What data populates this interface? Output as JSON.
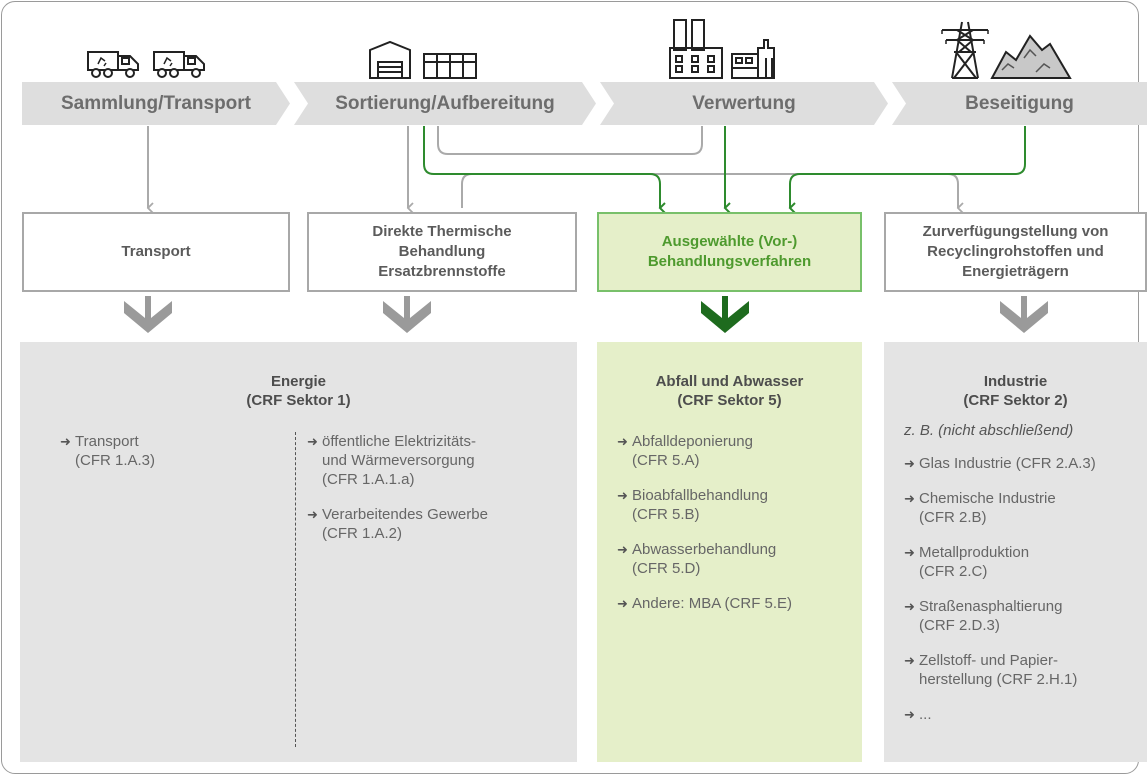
{
  "colors": {
    "gray_stage": "#dedede",
    "gray_line": "#aaaaaa",
    "green_line": "#2e8b2e",
    "green_fill": "#e5efc9",
    "green_border": "#78c06a",
    "panel_gray": "#e4e4e4"
  },
  "stages": [
    {
      "label": "Sammlung/Transport",
      "icons": [
        "garbage-truck-icon",
        "garbage-truck-icon"
      ]
    },
    {
      "label": "Sortierung/Aufbereitung",
      "icons": [
        "warehouse-icon",
        "container-icon"
      ]
    },
    {
      "label": "Verwertung",
      "icons": [
        "power-plant-icon",
        "factory-icon"
      ]
    },
    {
      "label": "Beseitigung",
      "icons": [
        "power-pylon-icon",
        "landfill-heap-icon"
      ]
    }
  ],
  "boxes": [
    {
      "label": "Transport"
    },
    {
      "label": "Direkte Thermische Behandlung Ersatzbrennstoffe"
    },
    {
      "label": "Ausgewählte (Vor-) Behandlungsverfahren"
    },
    {
      "label": "Zurverfügungstellung von Recyclingrohstoffen und Energieträgern"
    }
  ],
  "sectors": {
    "energie": {
      "title": "Energie",
      "subtitle": "(CRF Sektor 1)",
      "left_items": [
        {
          "label": "Transport",
          "code": "(CFR 1.A.3)"
        }
      ],
      "right_items": [
        {
          "label": "öffentliche Elektrizitäts- und Wärmeversorgung",
          "code": "(CFR 1.A.1.a)"
        },
        {
          "label": "Verarbeitendes Gewerbe",
          "code": "(CFR 1.A.2)"
        }
      ]
    },
    "abfall": {
      "title": "Abfall und Abwasser",
      "subtitle": "(CRF Sektor 5)",
      "items": [
        {
          "label": "Abfalldeponierung",
          "code": "(CFR 5.A)"
        },
        {
          "label": "Bioabfallbehandlung",
          "code": "(CFR 5.B)"
        },
        {
          "label": "Abwasserbehandlung",
          "code": "(CFR 5.D)"
        },
        {
          "label": "Andere: MBA (CRF 5.E)",
          "code": ""
        }
      ]
    },
    "industrie": {
      "title": "Industrie",
      "subtitle": "(CRF Sektor 2)",
      "note": "z. B. (nicht abschließend)",
      "items": [
        {
          "label": "Glas Industrie (CFR 2.A.3)",
          "code": ""
        },
        {
          "label": "Chemische Industrie",
          "code": "(CFR 2.B)"
        },
        {
          "label": "Metallproduktion",
          "code": "(CFR 2.C)"
        },
        {
          "label": "Straßenasphaltierung",
          "code": "(CRF 2.D.3)"
        },
        {
          "label": "Zellstoff- und Papier-herstellung (CRF 2.H.1)",
          "code": ""
        },
        {
          "label": "...",
          "code": ""
        }
      ]
    }
  },
  "arrow_glyph": "➜"
}
